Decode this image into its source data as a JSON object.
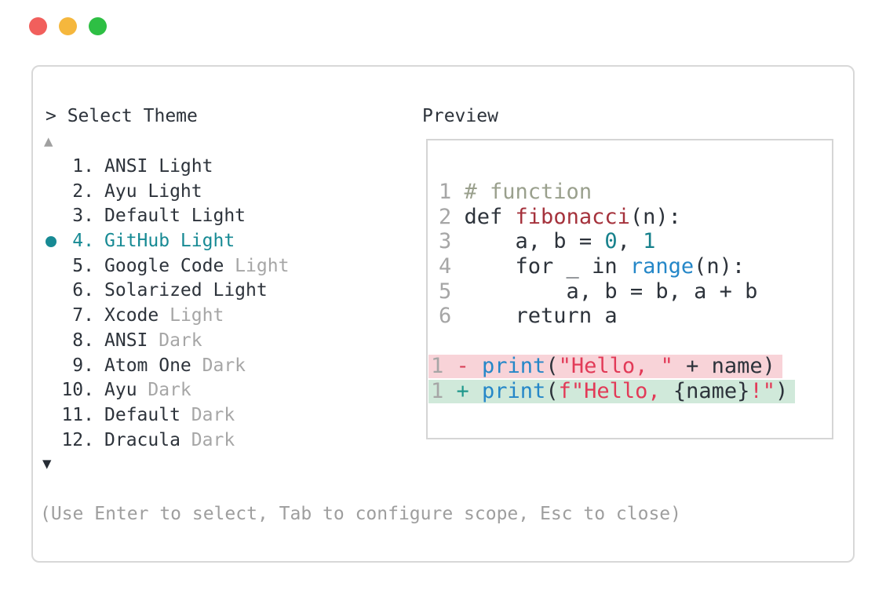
{
  "window": {
    "traffic_lights": [
      "close",
      "minimize",
      "zoom"
    ]
  },
  "dialog": {
    "title": "> Select Theme",
    "preview_label": "Preview",
    "scroll_up_symbol": "▲",
    "scroll_down_symbol": "▼",
    "footer_hint": "(Use Enter to select, Tab to configure scope, Esc to close)",
    "themes": [
      {
        "number": "1.",
        "name": "ANSI Light",
        "suffix": "",
        "selected": false
      },
      {
        "number": "2.",
        "name": "Ayu Light",
        "suffix": "",
        "selected": false
      },
      {
        "number": "3.",
        "name": "Default Light",
        "suffix": "",
        "selected": false
      },
      {
        "number": "4.",
        "name": "GitHub Light",
        "suffix": "",
        "selected": true
      },
      {
        "number": "5.",
        "name": "Google Code",
        "suffix": " Light",
        "selected": false
      },
      {
        "number": "6.",
        "name": "Solarized Light",
        "suffix": "",
        "selected": false
      },
      {
        "number": "7.",
        "name": "Xcode",
        "suffix": " Light",
        "selected": false
      },
      {
        "number": "8.",
        "name": "ANSI",
        "suffix": " Dark",
        "selected": false
      },
      {
        "number": "9.",
        "name": "Atom One",
        "suffix": " Dark",
        "selected": false
      },
      {
        "number": "10.",
        "name": "Ayu",
        "suffix": " Dark",
        "selected": false
      },
      {
        "number": "11.",
        "name": "Default",
        "suffix": " Dark",
        "selected": false
      },
      {
        "number": "12.",
        "name": "Dracula",
        "suffix": " Dark",
        "selected": false
      }
    ]
  },
  "preview": {
    "code_lines": [
      {
        "tokens": [
          [
            "ln",
            "1 "
          ],
          [
            "cm",
            "# function"
          ]
        ]
      },
      {
        "tokens": [
          [
            "ln",
            "2 "
          ],
          [
            "df",
            "def "
          ],
          [
            "fn",
            "fibonacci"
          ],
          [
            "df",
            "(n):"
          ]
        ]
      },
      {
        "tokens": [
          [
            "ln",
            "3 "
          ],
          [
            "df",
            "    a, b = "
          ],
          [
            "nm",
            "0"
          ],
          [
            "df",
            ", "
          ],
          [
            "nm",
            "1"
          ]
        ]
      },
      {
        "tokens": [
          [
            "ln",
            "4 "
          ],
          [
            "df",
            "    for _ in "
          ],
          [
            "bi",
            "range"
          ],
          [
            "df",
            "(n):"
          ]
        ]
      },
      {
        "tokens": [
          [
            "ln",
            "5 "
          ],
          [
            "df",
            "        a, b = b, a + b"
          ]
        ]
      },
      {
        "tokens": [
          [
            "ln",
            "6 "
          ],
          [
            "df",
            "    return a"
          ]
        ]
      },
      {
        "tokens": []
      },
      {
        "diff": "removed",
        "tokens": [
          [
            "ln",
            "1 "
          ],
          [
            "mi",
            "- "
          ],
          [
            "bi",
            "print"
          ],
          [
            "df",
            "("
          ],
          [
            "st",
            "\"Hello, \""
          ],
          [
            "df",
            " + name)"
          ]
        ]
      },
      {
        "diff": "added",
        "tokens": [
          [
            "ln",
            "1 "
          ],
          [
            "pl",
            "+ "
          ],
          [
            "bi",
            "print"
          ],
          [
            "df",
            "("
          ],
          [
            "st",
            "f\"Hello, "
          ],
          [
            "df",
            "{name}"
          ],
          [
            "st",
            "!\""
          ],
          [
            "df",
            ")"
          ]
        ]
      }
    ]
  },
  "colors": {
    "tl_red": "#f15f5c",
    "tl_yellow": "#f5b73d",
    "tl_green": "#2ebf44",
    "border_gray": "#d8d8d8",
    "border_gray2": "#d5d5d5",
    "text_dark": "#2d333b",
    "text_gray": "#a6a6a6",
    "footer_gray": "#9e9e9e",
    "arrow_gray": "#a0a0a0",
    "arrow_dark": "#262c34",
    "accent_teal": "#178a94",
    "comment_olive": "#9aa08d",
    "func_red": "#a5323c",
    "number_teal": "#17818c",
    "builtin_blue": "#2587c8",
    "string_red": "#e23a57",
    "minus_red": "#d8435a",
    "plus_teal": "#1f988c",
    "removed_bg": "#f8d3d8",
    "added_bg": "#d0e9da"
  }
}
